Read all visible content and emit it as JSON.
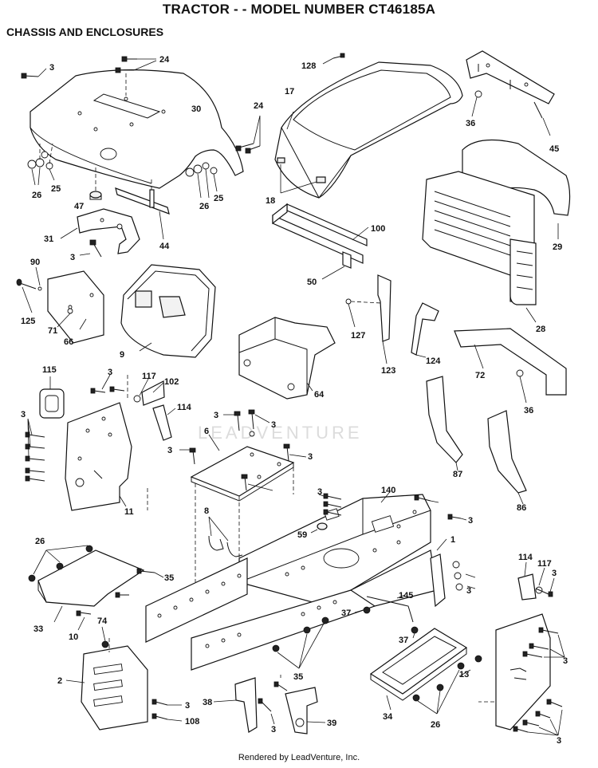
{
  "header": {
    "title": "TRACTOR - - MODEL NUMBER CT46185A",
    "subtitle": "CHASSIS AND ENCLOSURES"
  },
  "watermark": "LEADVENTURE",
  "footer": "Rendered by LeadVenture, Inc.",
  "callouts": [
    "3",
    "24",
    "30",
    "24",
    "25",
    "26",
    "26",
    "25",
    "47",
    "31",
    "44",
    "3",
    "128",
    "17",
    "36",
    "45",
    "18",
    "100",
    "29",
    "50",
    "90",
    "125",
    "71",
    "66",
    "9",
    "127",
    "123",
    "124",
    "28",
    "72",
    "36",
    "115",
    "3",
    "117",
    "102",
    "114",
    "3",
    "11",
    "6",
    "3",
    "3",
    "3",
    "3",
    "64",
    "87",
    "86",
    "140",
    "3",
    "3",
    "59",
    "1",
    "8",
    "26",
    "35",
    "33",
    "10",
    "74",
    "2",
    "3",
    "108",
    "3",
    "37",
    "145",
    "37",
    "35",
    "38",
    "3",
    "39",
    "34",
    "26",
    "13",
    "114",
    "117",
    "3",
    "3",
    "3"
  ]
}
